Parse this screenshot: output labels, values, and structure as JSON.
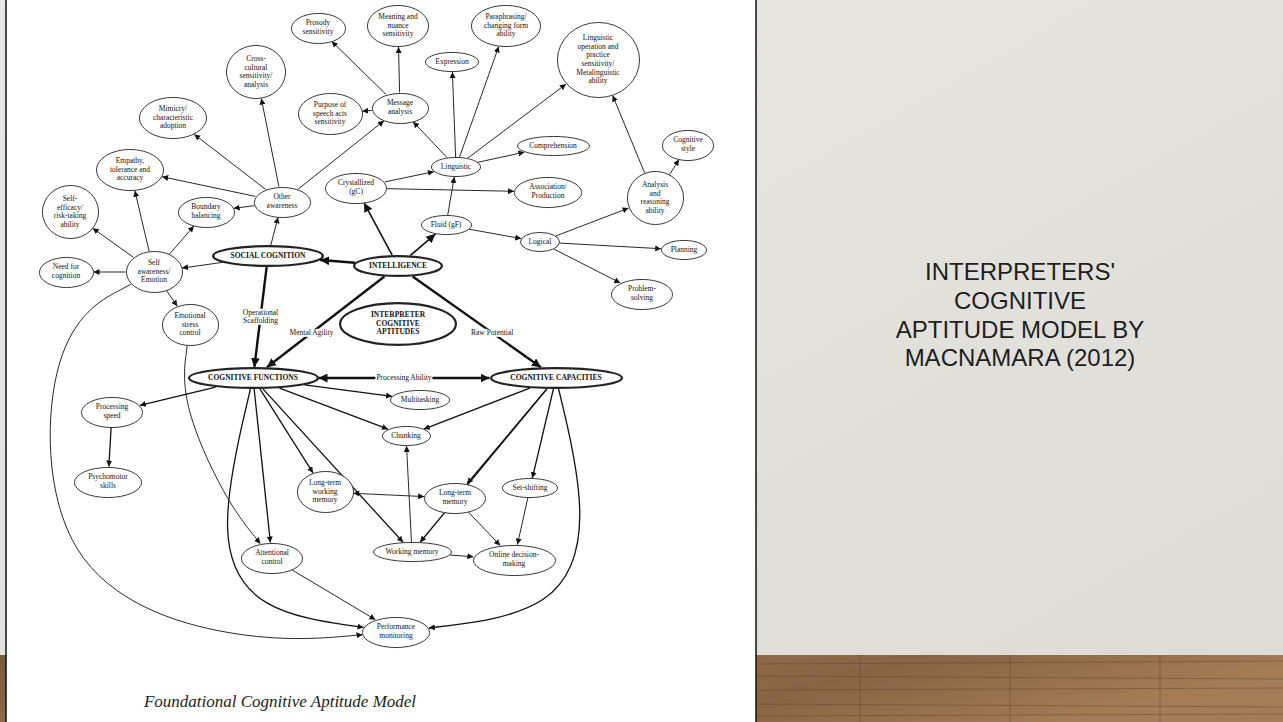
{
  "diagram": {
    "title": "INTERPRETERS' COGNITIVE APTITUDE MODEL BY MACNAMARA (2012)",
    "caption": "Foundational Cognitive Aptitude Model",
    "nodes": [
      {
        "text": [
          "Prosody sensitivity"
        ]
      },
      {
        "text": [
          "Meaning and nuance sensitivity"
        ]
      },
      {
        "text": [
          "Paraphrasing/ changing form ability"
        ]
      },
      {
        "text": [
          "Expression"
        ]
      },
      {
        "text": [
          "Linguistic operation and practice sensitivity/ Metalinguistic ability"
        ]
      },
      {
        "text": [
          "Cross-cultural sensitivity/ analysis"
        ]
      },
      {
        "text": [
          "Mimicry/ characteristic adoption"
        ]
      },
      {
        "text": [
          "Purpose of speech acts sensitivity"
        ]
      },
      {
        "text": [
          "Message analysis"
        ]
      },
      {
        "text": [
          "Comprehension"
        ]
      },
      {
        "text": [
          "Cognitive style"
        ]
      },
      {
        "text": [
          "Linguistic"
        ]
      },
      {
        "text": [
          "Empathy, tolerance and accuracy"
        ]
      },
      {
        "text": [
          "Crystallized (gC)"
        ]
      },
      {
        "text": [
          "Association/ Production"
        ]
      },
      {
        "text": [
          "Analysis and reasoning ability"
        ]
      },
      {
        "text": [
          "Self-efficacy/ risk-taking ability"
        ]
      },
      {
        "text": [
          "Boundary balancing"
        ]
      },
      {
        "text": [
          "Other awareness"
        ]
      },
      {
        "text": [
          "Fluid (gF)"
        ]
      },
      {
        "text": [
          "Logical"
        ]
      },
      {
        "text": [
          "Planning"
        ]
      },
      {
        "text": [
          "SOCIAL COGNITION"
        ]
      },
      {
        "text": [
          "Need for cognition"
        ]
      },
      {
        "text": [
          "Self awareness/ Emotion"
        ]
      },
      {
        "text": [
          "INTELLIGENCE"
        ]
      },
      {
        "text": [
          "Problem-solving"
        ]
      },
      {
        "text": [
          "INTERPRETER COGNITIVE APTITUDES"
        ]
      },
      {
        "text": [
          "Emotional stress control"
        ]
      },
      {
        "text": [
          "COGNITIVE FUNCTIONS"
        ]
      },
      {
        "text": [
          "COGNITIVE CAPACITIES"
        ]
      },
      {
        "text": [
          "Multitasking"
        ]
      },
      {
        "text": [
          "Processing speed"
        ]
      },
      {
        "text": [
          "Chunking"
        ]
      },
      {
        "text": [
          "Psychomotor skills"
        ]
      },
      {
        "text": [
          "Set-shifting"
        ]
      },
      {
        "text": [
          "Long-term working memory"
        ]
      },
      {
        "text": [
          "Long-term memory"
        ]
      },
      {
        "text": [
          "Working memory"
        ]
      },
      {
        "text": [
          "Attentional control"
        ]
      },
      {
        "text": [
          "Online decision-making"
        ]
      },
      {
        "text": [
          "Performance monitoring"
        ]
      }
    ],
    "edges": [
      {
        "from": 25,
        "to": 22,
        "arrow": "to"
      },
      {
        "from": 25,
        "to": 13,
        "arrow": "to"
      },
      {
        "from": 25,
        "to": 19,
        "arrow": "to"
      },
      {
        "from": 25,
        "to": 29,
        "label": "Mental Agility",
        "arrow": "to"
      },
      {
        "from": 25,
        "to": 30,
        "label": "Raw Potential",
        "arrow": "to"
      },
      {
        "from": 22,
        "to": 29,
        "label": "Operational Scaffolding",
        "arrow": "to"
      },
      {
        "from": 29,
        "to": 30,
        "label": "Processing Ability",
        "arrow": "both"
      },
      {
        "from": 22,
        "to": 18,
        "arrow": "to"
      },
      {
        "from": 22,
        "to": 24,
        "arrow": "to"
      },
      {
        "from": 24,
        "to": 23,
        "arrow": "to"
      },
      {
        "from": 24,
        "to": 16,
        "arrow": "to"
      },
      {
        "from": 24,
        "to": 17,
        "arrow": "to"
      },
      {
        "from": 24,
        "to": 12,
        "arrow": "to"
      },
      {
        "from": 24,
        "to": 28,
        "arrow": "to"
      },
      {
        "from": 18,
        "to": 17,
        "arrow": "to"
      },
      {
        "from": 18,
        "to": 12,
        "arrow": "to"
      },
      {
        "from": 18,
        "to": 6,
        "arrow": "to"
      },
      {
        "from": 18,
        "to": 5,
        "arrow": "to"
      },
      {
        "from": 18,
        "to": 8,
        "arrow": "to"
      },
      {
        "from": 8,
        "to": 0,
        "arrow": "to"
      },
      {
        "from": 8,
        "to": 1,
        "arrow": "to"
      },
      {
        "from": 8,
        "to": 7,
        "arrow": "to"
      },
      {
        "from": 13,
        "to": 11,
        "arrow": "to"
      },
      {
        "from": 13,
        "to": 14,
        "arrow": "to"
      },
      {
        "from": 11,
        "to": 3,
        "arrow": "to"
      },
      {
        "from": 11,
        "to": 2,
        "arrow": "to"
      },
      {
        "from": 11,
        "to": 4,
        "arrow": "to"
      },
      {
        "from": 11,
        "to": 9,
        "arrow": "to"
      },
      {
        "from": 11,
        "to": 8,
        "arrow": "to"
      },
      {
        "from": 19,
        "to": 20,
        "arrow": "to"
      },
      {
        "from": 19,
        "to": 11,
        "arrow": "to"
      },
      {
        "from": 20,
        "to": 15,
        "arrow": "to"
      },
      {
        "from": 20,
        "to": 21,
        "arrow": "to"
      },
      {
        "from": 20,
        "to": 26,
        "arrow": "to"
      },
      {
        "from": 15,
        "to": 10,
        "arrow": "to"
      },
      {
        "from": 15,
        "to": 4,
        "arrow": "to"
      },
      {
        "from": 29,
        "to": 32,
        "arrow": "to"
      },
      {
        "from": 29,
        "to": 31,
        "arrow": "to"
      },
      {
        "from": 29,
        "to": 33,
        "arrow": "to"
      },
      {
        "from": 29,
        "to": 36,
        "arrow": "to"
      },
      {
        "from": 29,
        "to": 38,
        "arrow": "to"
      },
      {
        "from": 29,
        "to": 39,
        "arrow": "to"
      },
      {
        "from": 29,
        "to": 41,
        "arrow": "to"
      },
      {
        "from": 32,
        "to": 34,
        "arrow": "to"
      },
      {
        "from": 30,
        "to": 33,
        "arrow": "to"
      },
      {
        "from": 30,
        "to": 37,
        "arrow": "to"
      },
      {
        "from": 30,
        "to": 35,
        "arrow": "to"
      },
      {
        "from": 30,
        "to": 38,
        "arrow": "to"
      },
      {
        "from": 30,
        "to": 41,
        "arrow": "to"
      },
      {
        "from": 36,
        "to": 37,
        "arrow": "both"
      },
      {
        "from": 38,
        "to": 33,
        "arrow": "to"
      },
      {
        "from": 38,
        "to": 40,
        "arrow": "to"
      },
      {
        "from": 35,
        "to": 40,
        "arrow": "to"
      },
      {
        "from": 37,
        "to": 40,
        "arrow": "to"
      },
      {
        "from": 24,
        "to": 41,
        "arrow": "to"
      },
      {
        "from": 39,
        "to": 41,
        "arrow": "to"
      },
      {
        "from": 28,
        "to": 39,
        "arrow": "to"
      }
    ]
  }
}
